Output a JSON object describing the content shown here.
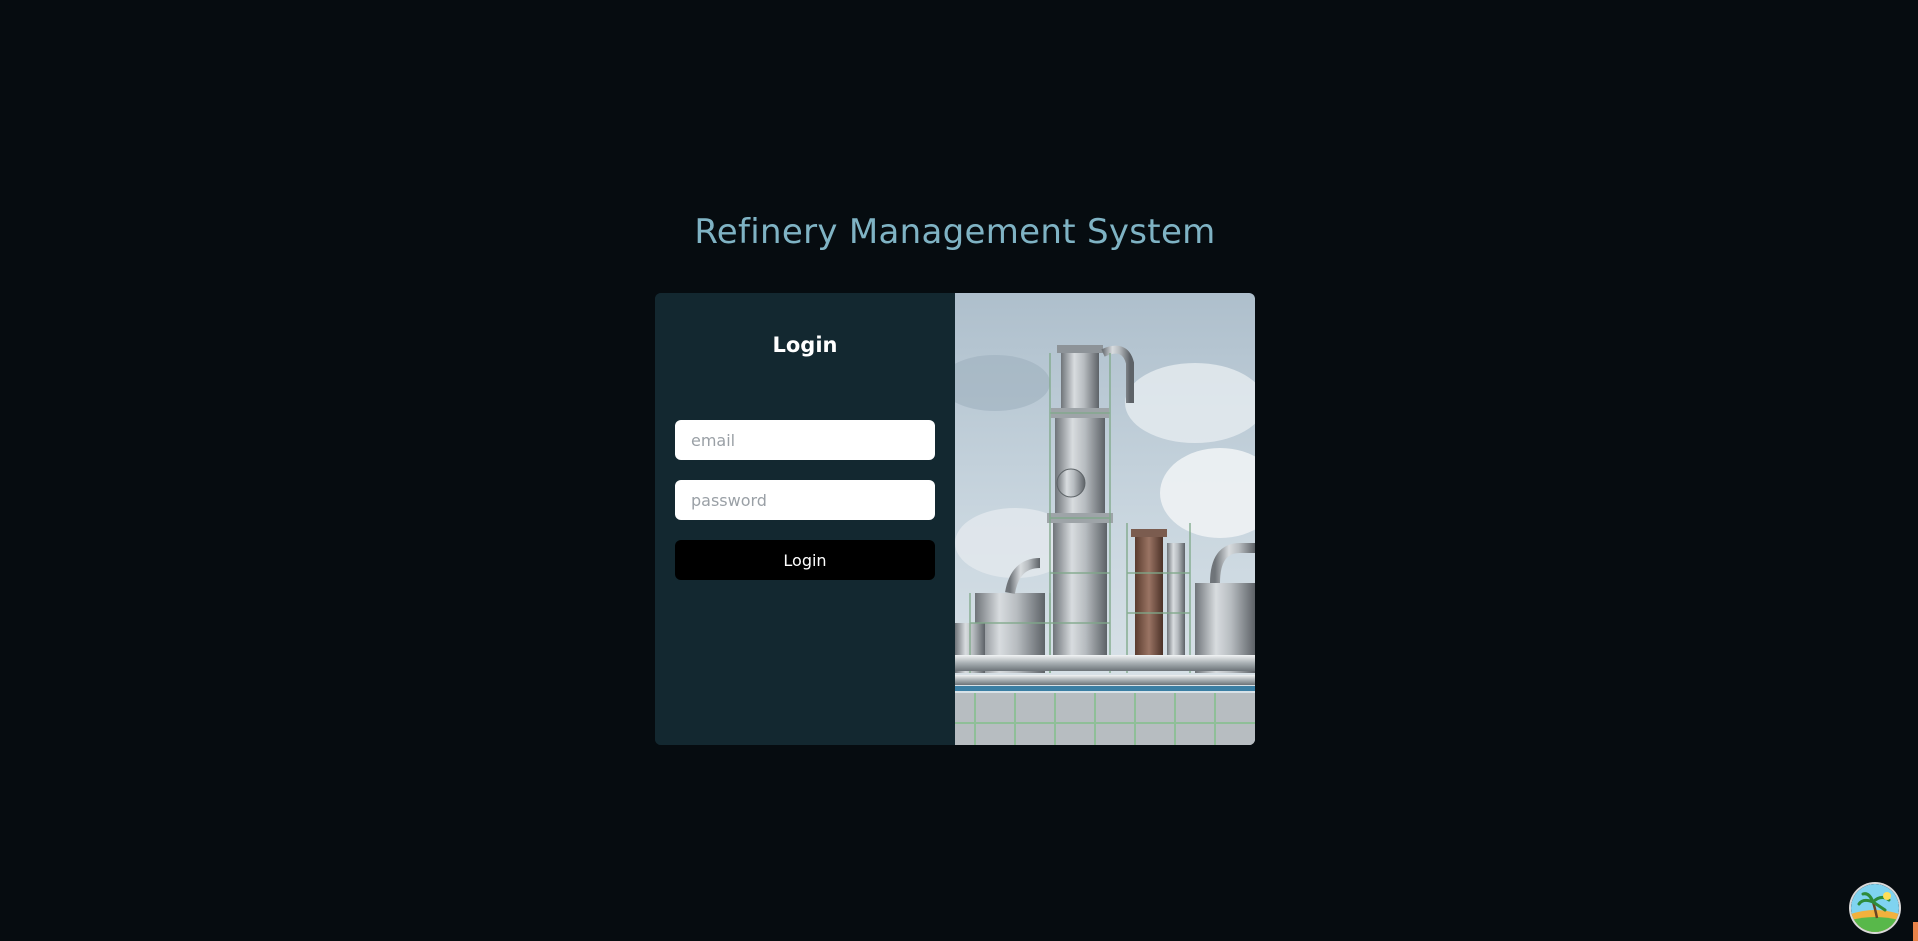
{
  "page": {
    "title": "Refinery Management System"
  },
  "login": {
    "heading": "Login",
    "email_placeholder": "email",
    "password_placeholder": "password",
    "submit_label": "Login"
  },
  "colors": {
    "background": "#060c10",
    "title": "#7fb3c4",
    "panel": "#132830",
    "button": "#000000"
  },
  "icons": {
    "hero": "refinery-photo",
    "badge": "palm-tree-icon"
  }
}
